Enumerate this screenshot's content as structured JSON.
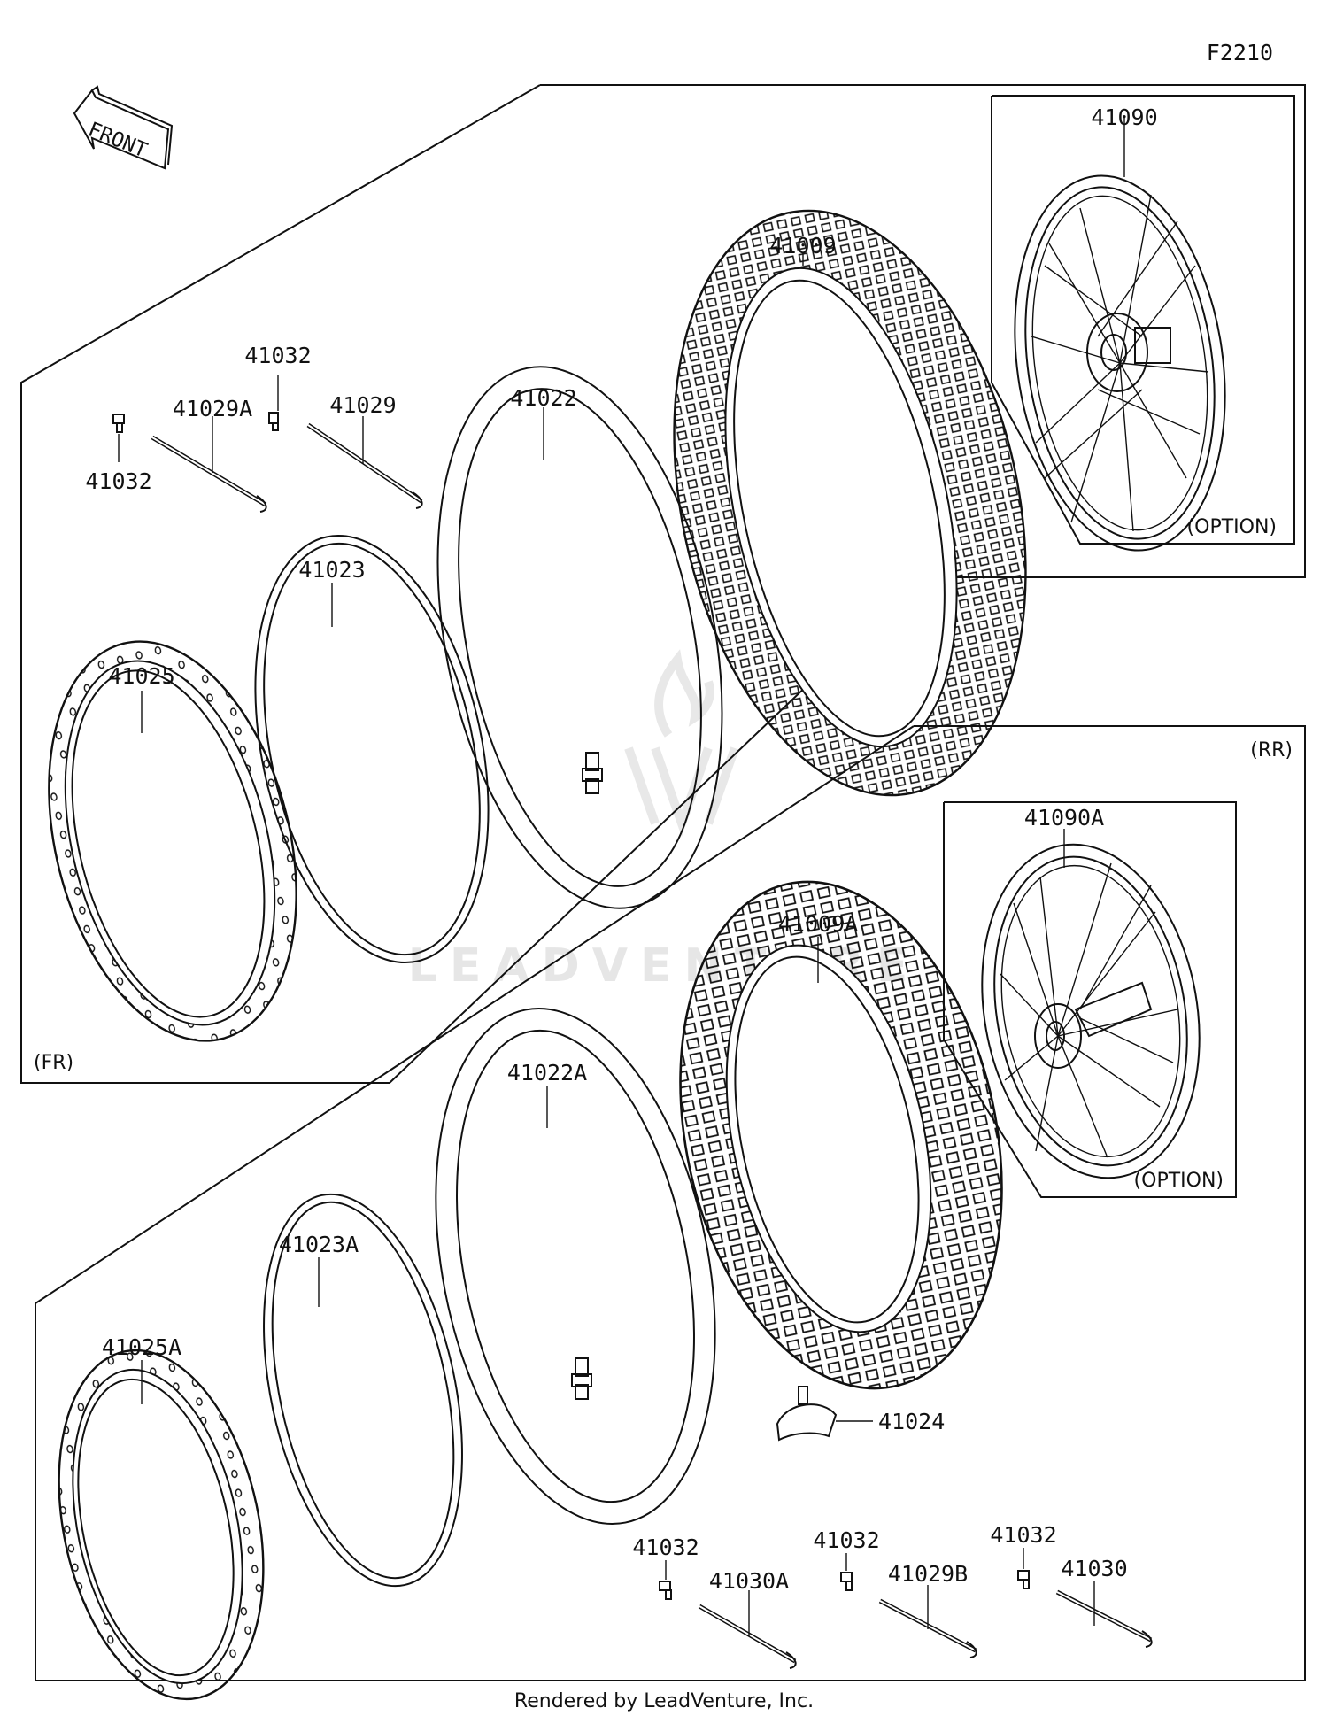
{
  "diagram_id": "F2210",
  "front_arrow": "FRONT",
  "section_front": "(FR)",
  "section_rear": "(RR)",
  "option_label": "(OPTION)",
  "watermark": "LEADVENTURE",
  "footer": "Rendered by LeadVenture, Inc.",
  "front_parts": {
    "wheel_option": "41090",
    "tire": "41009",
    "tube": "41022",
    "spoke_nipple_top": "41032",
    "spoke_a": "41029A",
    "spoke_nipple_left": "41032",
    "spoke": "41029",
    "rim_band": "41023",
    "rim": "41025"
  },
  "rear_parts": {
    "wheel_option": "41090A",
    "tire": "41009A",
    "tube": "41022A",
    "rim_band": "41023A",
    "rim": "41025A",
    "rim_lock": "41024",
    "nipple_1": "41032",
    "spoke_1": "41030A",
    "nipple_2": "41032",
    "spoke_2": "41029B",
    "nipple_3": "41032",
    "spoke_3": "41030"
  }
}
